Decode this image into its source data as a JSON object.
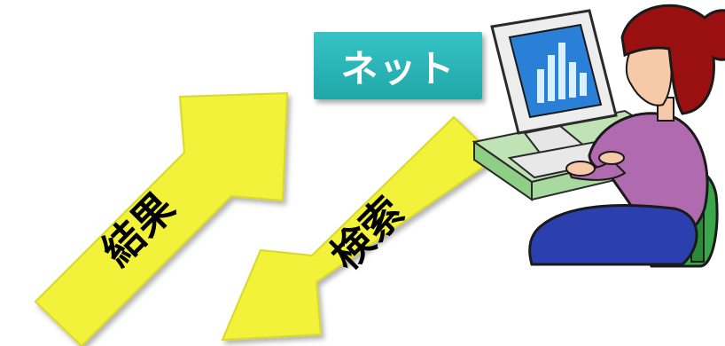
{
  "network": {
    "label": "ネット"
  },
  "arrows": {
    "result_label": "結果",
    "search_label": "検索"
  },
  "colors": {
    "arrow_fill": "#f2f23a",
    "net_box": "#26b3b4",
    "shirt": "#b06bb0",
    "hair": "#9a1010",
    "monitor_screen": "#2a7fd6",
    "desk": "#bfe3b4"
  },
  "icons": [
    "person-at-computer-icon"
  ]
}
